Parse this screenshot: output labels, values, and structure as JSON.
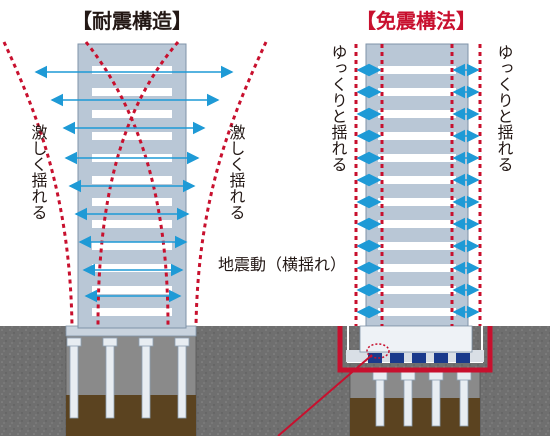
{
  "titles": {
    "left": "【耐震構造】",
    "right": "【免震構法】"
  },
  "labels": {
    "left_shake_1": "激しく揺れる",
    "left_shake_2": "激しく揺れる",
    "right_sway_1": "ゆっくりと揺れる",
    "right_sway_2": "ゆっくりと揺れる",
    "ground_motion": "地震動（横揺れ）"
  },
  "colors": {
    "title_left": "#231815",
    "title_right": "#c8102e",
    "sway_line": "#c8102e",
    "arrow": "#1e9ad6",
    "building_fill": "#b9c7d6",
    "building_stroke": "#7f93a8",
    "floor_slot": "#ffffff",
    "ground": "#6f6f6f",
    "soil": "#5b4320",
    "pile": "#e8edf2",
    "foundation_frame": "#c8102e",
    "isolator": "#1a3a8c"
  },
  "icons": {
    "left_building": "building-icon",
    "right_building": "building-icon",
    "isolator": "seismic-isolator-icon"
  }
}
